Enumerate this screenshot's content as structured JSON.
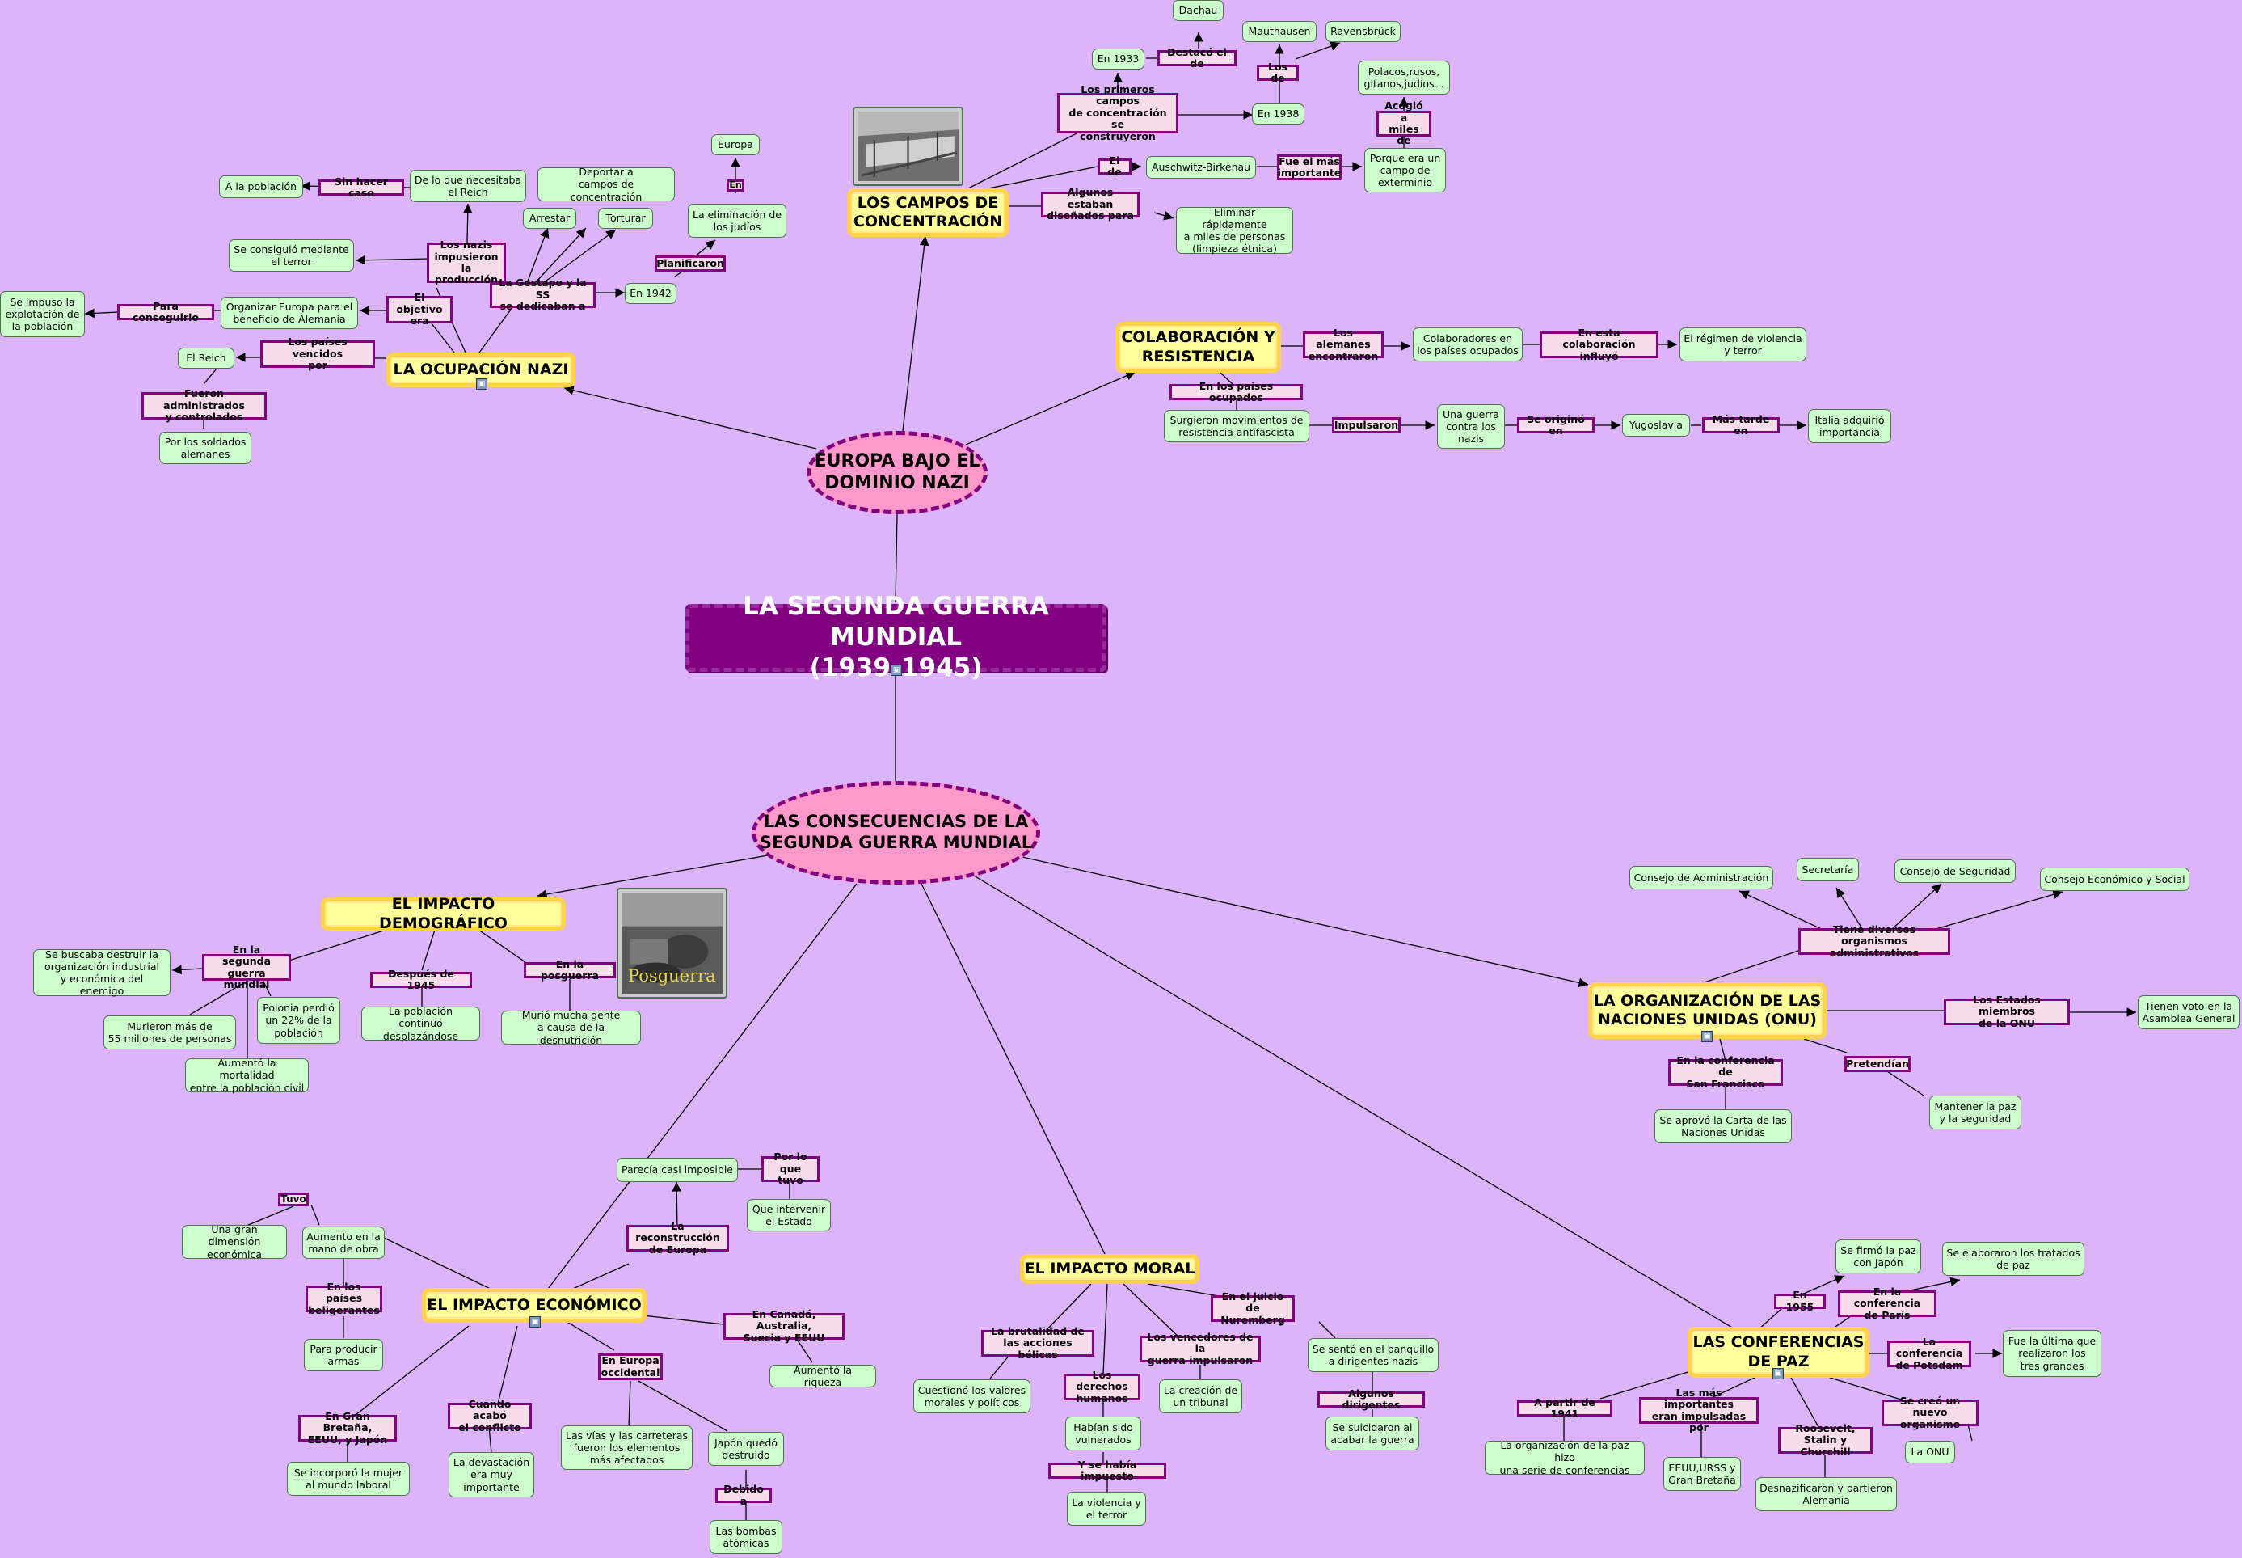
{
  "title": {
    "line1": "LA SEGUNDA GUERRA MUNDIAL",
    "line2": "(1939-1945)"
  },
  "hubs": {
    "europa": "EUROPA BAJO EL\nDOMINIO NAZI",
    "consecuencias": "LAS CONSECUENCIAS DE LA\nSEGUNDA GUERRA MUNDIAL"
  },
  "topics": {
    "ocupacion": "LA OCUPACIÓN NAZI",
    "campos": "LOS CAMPOS DE\nCONCENTRACIÓN",
    "colaboracion": "COLABORACIÓN Y\nRESISTENCIA",
    "demografico": "EL IMPACTO DEMOGRÁFICO",
    "economico": "EL IMPACTO ECONÓMICO",
    "moral": "EL IMPACTO MORAL",
    "onu": "LA ORGANIZACIÓN DE LAS\nNACIONES UNIDAS (ONU)",
    "paz": "LAS CONFERENCIAS\nDE PAZ"
  },
  "image_captions": {
    "posguerra": "Posguerra"
  },
  "labels": {
    "sin_hacer_caso": "Sin hacer caso",
    "nazis_impusieron": "Los nazis\nimpusieron la\nproducción",
    "para_conseguirlo": "Para conseguirlo",
    "el_objetivo": "El objetivo\nera",
    "gestapo": "La Gestapo y la SS\nse dedicaban a",
    "planificaron": "Planificaron",
    "en_europa_link": "En",
    "paises_vencidos": "Los países vencidos\npor",
    "fueron_admin": "Fueron administrados\ny controlados",
    "destaco": "Destacó el de",
    "primeros_campos": "Los primeros campos\nde concentración se\nconstruyeron",
    "los_de": "Los de",
    "el_de": "El de",
    "fue_importante": "Fue el más\nimportante",
    "acogio": "Acogió a\nmiles de",
    "disenados": "Algunos estaban\ndiseñados para",
    "alemanes_encontraron": "Los alemanes\nencontraron",
    "colab_influyo": "En esta colaboración\ninfluyó",
    "paises_ocupados": "En los países ocupados",
    "impulsaron": "Impulsaron",
    "se_origino": "Se originó en",
    "mas_tarde": "Más tarde en",
    "segunda_guerra": "En la segunda\nguerra mundial",
    "despues_1945": "Después de 1945",
    "en_posguerra": "En la posguerra",
    "tuvo": "Tuvo",
    "paises_beligerantes": "En los países\nbeligerantes",
    "reconstruccion": "La reconstrucción\nde Europa",
    "por_lo_que": "Por lo que\ntuvo",
    "canada": "En Canadá, Australia,\nSuecia y EEUU",
    "europa_occ": "En Europa\noccidental",
    "gran_bretana": "En Gran Bretaña,\nEEUU, y Japón",
    "acabo_conflicto": "Cuando acabó\nel conflicto",
    "debido_a": "Debido a",
    "brutalidad": "La brutalidad de\nlas acciones bélicas",
    "derechos": "Los derechos\nhumanos",
    "habia_impuesto": "Y se había impuesto",
    "vencedores": "Los vencedores de la\nguerra impulsaron",
    "nuremberg": "En el juicio de\nNuremberg",
    "algunos_dirigentes": "Algunos dirigentes",
    "organismos": "Tiene diversos organismos\nadministrativos",
    "estados_miembros": "Los Estados miembros\nde la ONU",
    "san_francisco": "En la conferencia de\nSan Francisco",
    "pretendian": "Pretendían",
    "en_1955": "En 1955",
    "conf_paris": "En la conferencia\nde París",
    "conf_potsdam": "La conferencia\nde Potsdam",
    "a_partir_1941": "A partir de 1941",
    "mas_importantes": "Las más importantes\neran impulsadas por",
    "roosevelt": "Roosevelt,\nStalin y Churchill",
    "creo_organismo": "Se creó un nuevo\norganismo"
  },
  "leaves": {
    "a_la_poblacion": "A la población",
    "de_lo_que": "De lo que necesitaba\nel Reich",
    "deportar": "Deportar a\ncampos de concentración",
    "arrestar": "Arrestar",
    "torturar": "Torturar",
    "europa": "Europa",
    "eliminacion": "La eliminación de\nlos judíos",
    "en_1942": "En 1942",
    "se_consiguio": "Se consiguió mediante\nel terror",
    "se_impuso": "Se impuso la\nexplotación de\nla población",
    "organizar": "Organizar Europa para el\nbeneficio de Alemania",
    "el_reich": "El Reich",
    "soldados": "Por los soldados\nalemanes",
    "dachau": "Dachau",
    "en_1933": "En 1933",
    "mauthausen": "Mauthausen",
    "ravensbruck": "Ravensbrück",
    "en_1938": "En 1938",
    "polacos": "Polacos,rusos,\ngitanos,judíos...",
    "auschwitz": "Auschwitz-Birkenau",
    "porque_exterminio": "Porque era un\ncampo de\nexterminio",
    "eliminar": "Eliminar rápidamente\na miles de personas\n(limpieza étnica)",
    "colaboradores": "Colaboradores en\nlos países ocupados",
    "regimen": "El régimen de violencia\ny terror",
    "surgieron": "Surgieron movimientos de\nresistencia antifascista",
    "guerra_nazis": "Una guerra\ncontra los\nnazis",
    "yugoslavia": "Yugoslavia",
    "italia": "Italia adquirió\nimportancia",
    "destruir": "Se buscaba destruir la\norganización industrial\ny económica del enemigo",
    "murieron": "Murieron más de\n55 millones de personas",
    "polonia": "Polonia perdió\nun 22% de la\npoblación",
    "mortalidad": "Aumentó la mortalidad\nentre la población civil",
    "desplazandose": "La población continuó\ndesplazándose",
    "desnutricion": "Murió mucha gente\na causa de la desnutrición",
    "gran_dimension": "Una gran dimensión\neconómica",
    "mano_obra": "Aumento en la\nmano de obra",
    "producir_armas": "Para producir\narmas",
    "casi_imposible": "Parecía casi imposible",
    "intervenir": "Que intervenir\nel Estado",
    "riqueza": "Aumentó la riqueza",
    "vias": "Las vías y las carreteras\nfueron los elementos\nmás afectados",
    "japon_destruido": "Japón quedó\ndestruido",
    "bombas": "Las bombas\natómicas",
    "mujer": "Se incorporó la mujer\nal mundo laboral",
    "devastacion": "La devastación\nera muy\nimportante",
    "cuestiono": "Cuestionó los valores\nmorales y políticos",
    "vulnerados": "Habían sido\nvulnerados",
    "violencia": "La violencia y\nel terror",
    "tribunal": "La creación de\nun tribunal",
    "banquillo": "Se sentó en el banquillo\na dirigentes nazis",
    "suicidaron": "Se suicidaron al\nacabar la guerra",
    "consejo_admin": "Consejo de Administración",
    "secretaria": "Secretaría",
    "consejo_seguridad": "Consejo de Seguridad",
    "consejo_eco": "Consejo Económico y Social",
    "voto": "Tienen voto en la\nAsamblea General",
    "carta": "Se aprovó la Carta de las\nNaciones Unidas",
    "mantener_paz": "Mantener la paz\ny la seguridad",
    "paz_japon": "Se firmó la paz\ncon Japón",
    "tratados": "Se elaboraron los tratados\nde paz",
    "ultima": "Fue la última que\nrealizaron los\ntres grandes",
    "serie_conferencias": "La organización de la paz hizo\nuna serie de conferencias",
    "eeuu_urss": "EEUU,URSS y\nGran Bretaña",
    "desnazificaron": "Desnazificaron y partieron\nAlemania",
    "la_onu": "La ONU"
  },
  "colors": {
    "background": "#dcb4f9",
    "root": "#800080",
    "hub": "#ff99cc",
    "topic": "#ffff99",
    "leaf": "#ccffcc",
    "label": "#f9dceb",
    "line": "#000000"
  }
}
